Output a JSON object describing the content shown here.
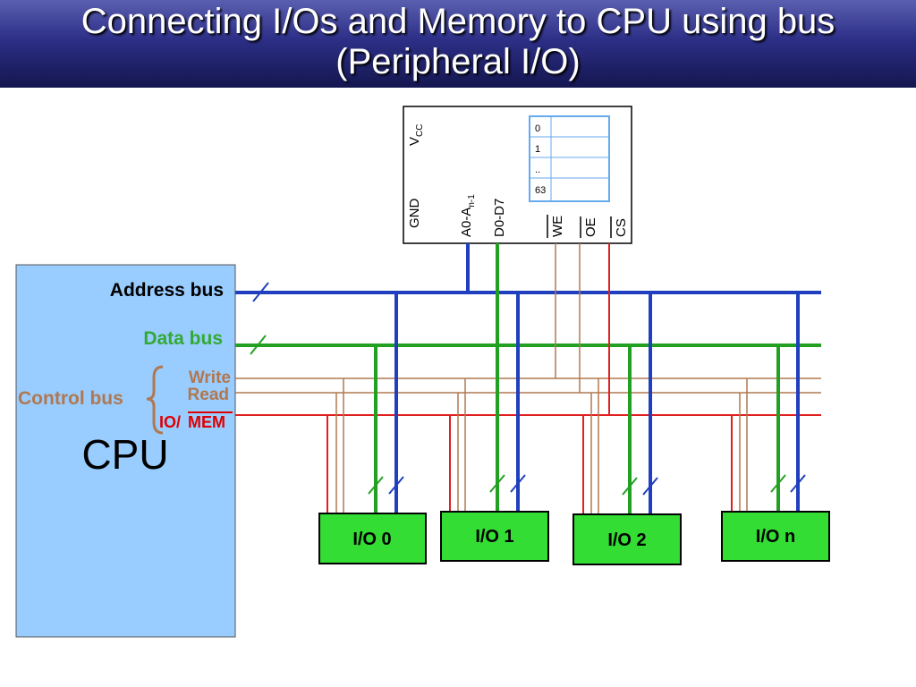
{
  "title": {
    "line1": "Connecting I/Os and Memory to CPU using bus",
    "line2": "(Peripheral I/O)"
  },
  "memory": {
    "vcc": "V",
    "vcc_sub": "CC",
    "gnd": "GND",
    "addr": "A0-A",
    "addr_sub": "n-1",
    "data": "D0-D7",
    "we": "WE",
    "oe": "OE",
    "cs": "CS",
    "cells": [
      "0",
      "1",
      "..",
      "63"
    ]
  },
  "cpu": {
    "label": "CPU",
    "address_bus": "Address bus",
    "data_bus": "Data bus",
    "control_bus": "Control bus",
    "write": "Write",
    "read": "Read",
    "io": "IO/",
    "mem": "MEM"
  },
  "io_devices": [
    "I/O 0",
    "I/O 1",
    "I/O 2",
    "I/O n"
  ],
  "colors": {
    "address": "#1f3fbf",
    "data": "#22a022",
    "control": "#b07850",
    "iomem": "#e02020",
    "io_box": "#33dd33",
    "cpu_box": "#99ccff"
  }
}
